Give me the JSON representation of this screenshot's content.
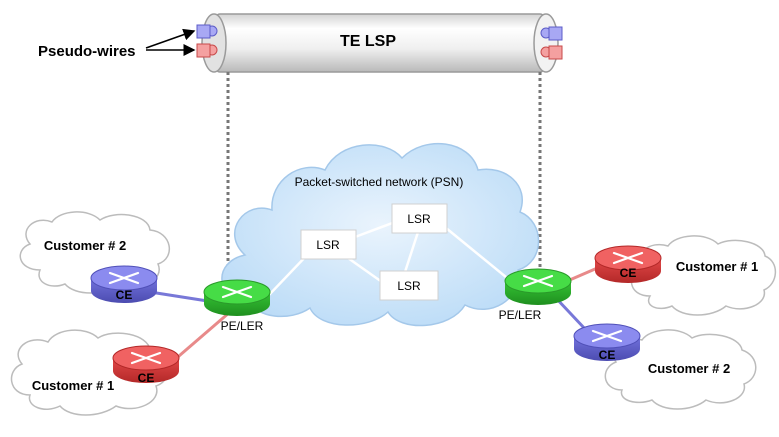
{
  "tunnel": {
    "label": "TE LSP"
  },
  "pseudowires": {
    "label": "Pseudo-wires"
  },
  "psn": {
    "label": "Packet-switched network (PSN)"
  },
  "lsr": [
    {
      "label": "LSR"
    },
    {
      "label": "LSR"
    },
    {
      "label": "LSR"
    }
  ],
  "pe_left": {
    "label": "PE/LER"
  },
  "pe_right": {
    "label": "PE/LER"
  },
  "customers": {
    "left_top": {
      "label": "Customer # 2",
      "ce_label": "CE"
    },
    "left_bottom": {
      "label": "Customer # 1",
      "ce_label": "CE"
    },
    "right_top": {
      "label": "Customer # 1",
      "ce_label": "CE"
    },
    "right_bottom": {
      "label": "Customer # 2",
      "ce_label": "CE"
    }
  },
  "colors": {
    "router_blue": "#7b7be6",
    "router_red": "#e65a5a",
    "router_green": "#3fcf3f",
    "cloud_blue": "#cfe6fb",
    "link_blue": "#7878d8",
    "link_red": "#e88a8a"
  },
  "icons": {
    "router": "router-icon",
    "cloud": "cloud-icon",
    "tunnel": "pipe-icon"
  }
}
